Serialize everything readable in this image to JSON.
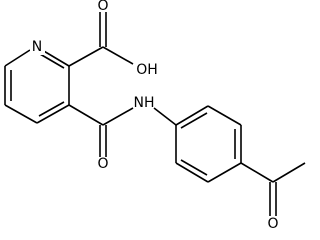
{
  "structure": {
    "colors": {
      "bond": "#000000",
      "label": "#000000",
      "background": "#ffffff"
    },
    "atoms": {
      "ring_nitrogen": "N",
      "carboxyl_oxygen": "O",
      "hydroxyl": "OH",
      "amide_oxygen": "O",
      "amide_nitrogen": "NH",
      "ketone_oxygen": "O"
    }
  }
}
